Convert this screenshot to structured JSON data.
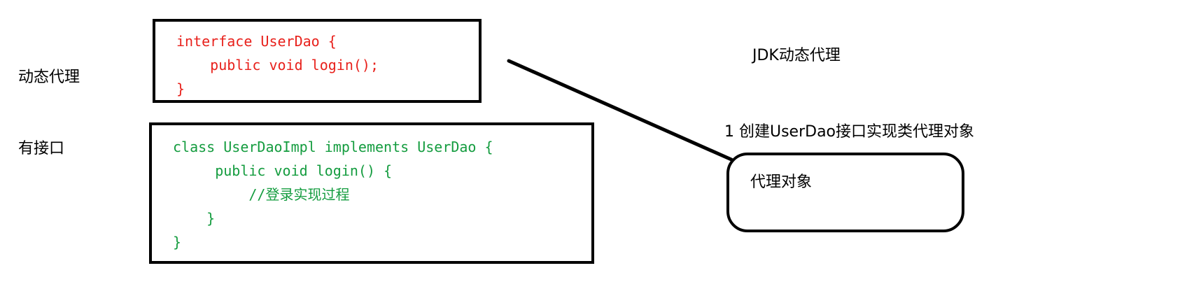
{
  "colors": {
    "interface_code": "#e8211c",
    "impl_code": "#149c3f",
    "border": "#000000"
  },
  "top_left_note": {
    "line1": "动态代理",
    "line2": "有接口"
  },
  "interface_box": {
    "lines": [
      "interface UserDao {",
      "    public void login();",
      "}"
    ]
  },
  "impl_box": {
    "lines": [
      "class UserDaoImpl implements UserDao {",
      "     public void login() {",
      "         //登录实现过程",
      "    }",
      "}"
    ]
  },
  "jdk_title": "JDK动态代理",
  "step1": "1 创建UserDao接口实现类代理对象",
  "proxy_box": {
    "label": "代理对象"
  }
}
